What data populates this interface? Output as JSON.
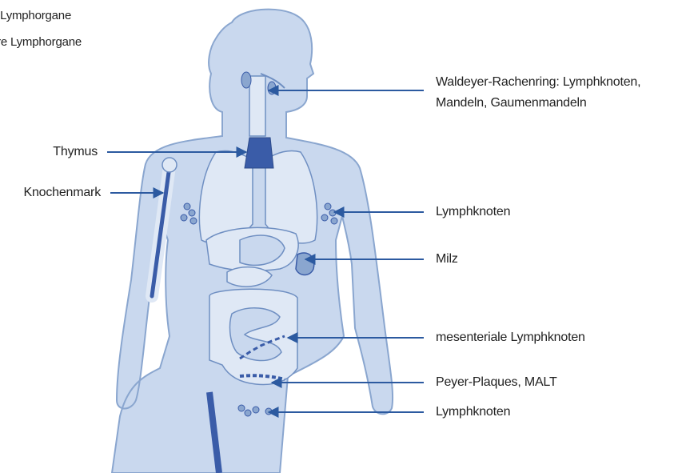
{
  "legend": {
    "line1": "e Lymphorgane",
    "line2": "äre Lymphorgane"
  },
  "labels": {
    "waldeyer_line1": "Waldeyer-Rachenring: Lymphknoten,",
    "waldeyer_line2": "Mandeln, Gaumenmandeln",
    "thymus": "Thymus",
    "knochenmark": "Knochenmark",
    "lymphknoten_axilla": "Lymphknoten",
    "milz": "Milz",
    "mesenteriale": "mesenteriale Lymphknoten",
    "peyer": "Peyer-Plaques, MALT",
    "lymphknoten_inguinal": "Lymphknoten"
  },
  "colors": {
    "body_fill": "#c9d8ee",
    "body_stroke": "#8aa6cf",
    "organ_fill": "#dfe8f5",
    "organ_stroke": "#6f8fc2",
    "lymph_dark": "#3a5ca8",
    "arrow": "#2c5aa0"
  }
}
